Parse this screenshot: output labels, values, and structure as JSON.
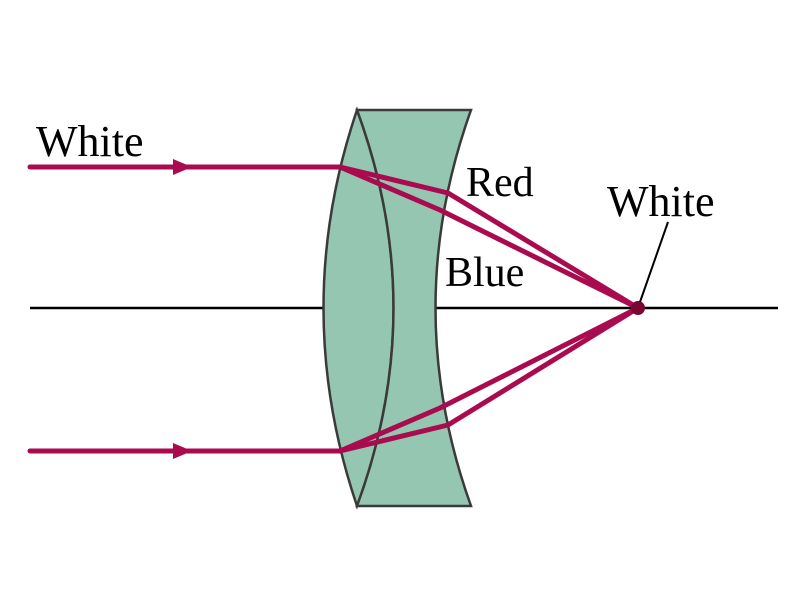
{
  "labels": {
    "incoming": "White",
    "red_ray": "Red",
    "blue_ray": "Blue",
    "focus": "White"
  },
  "colors": {
    "ray": "#AA0A4E",
    "glass_fill": "#95C6B2",
    "glass_edge": "#3A3A3A",
    "axis": "#000000",
    "background": "#FFFFFF"
  }
}
